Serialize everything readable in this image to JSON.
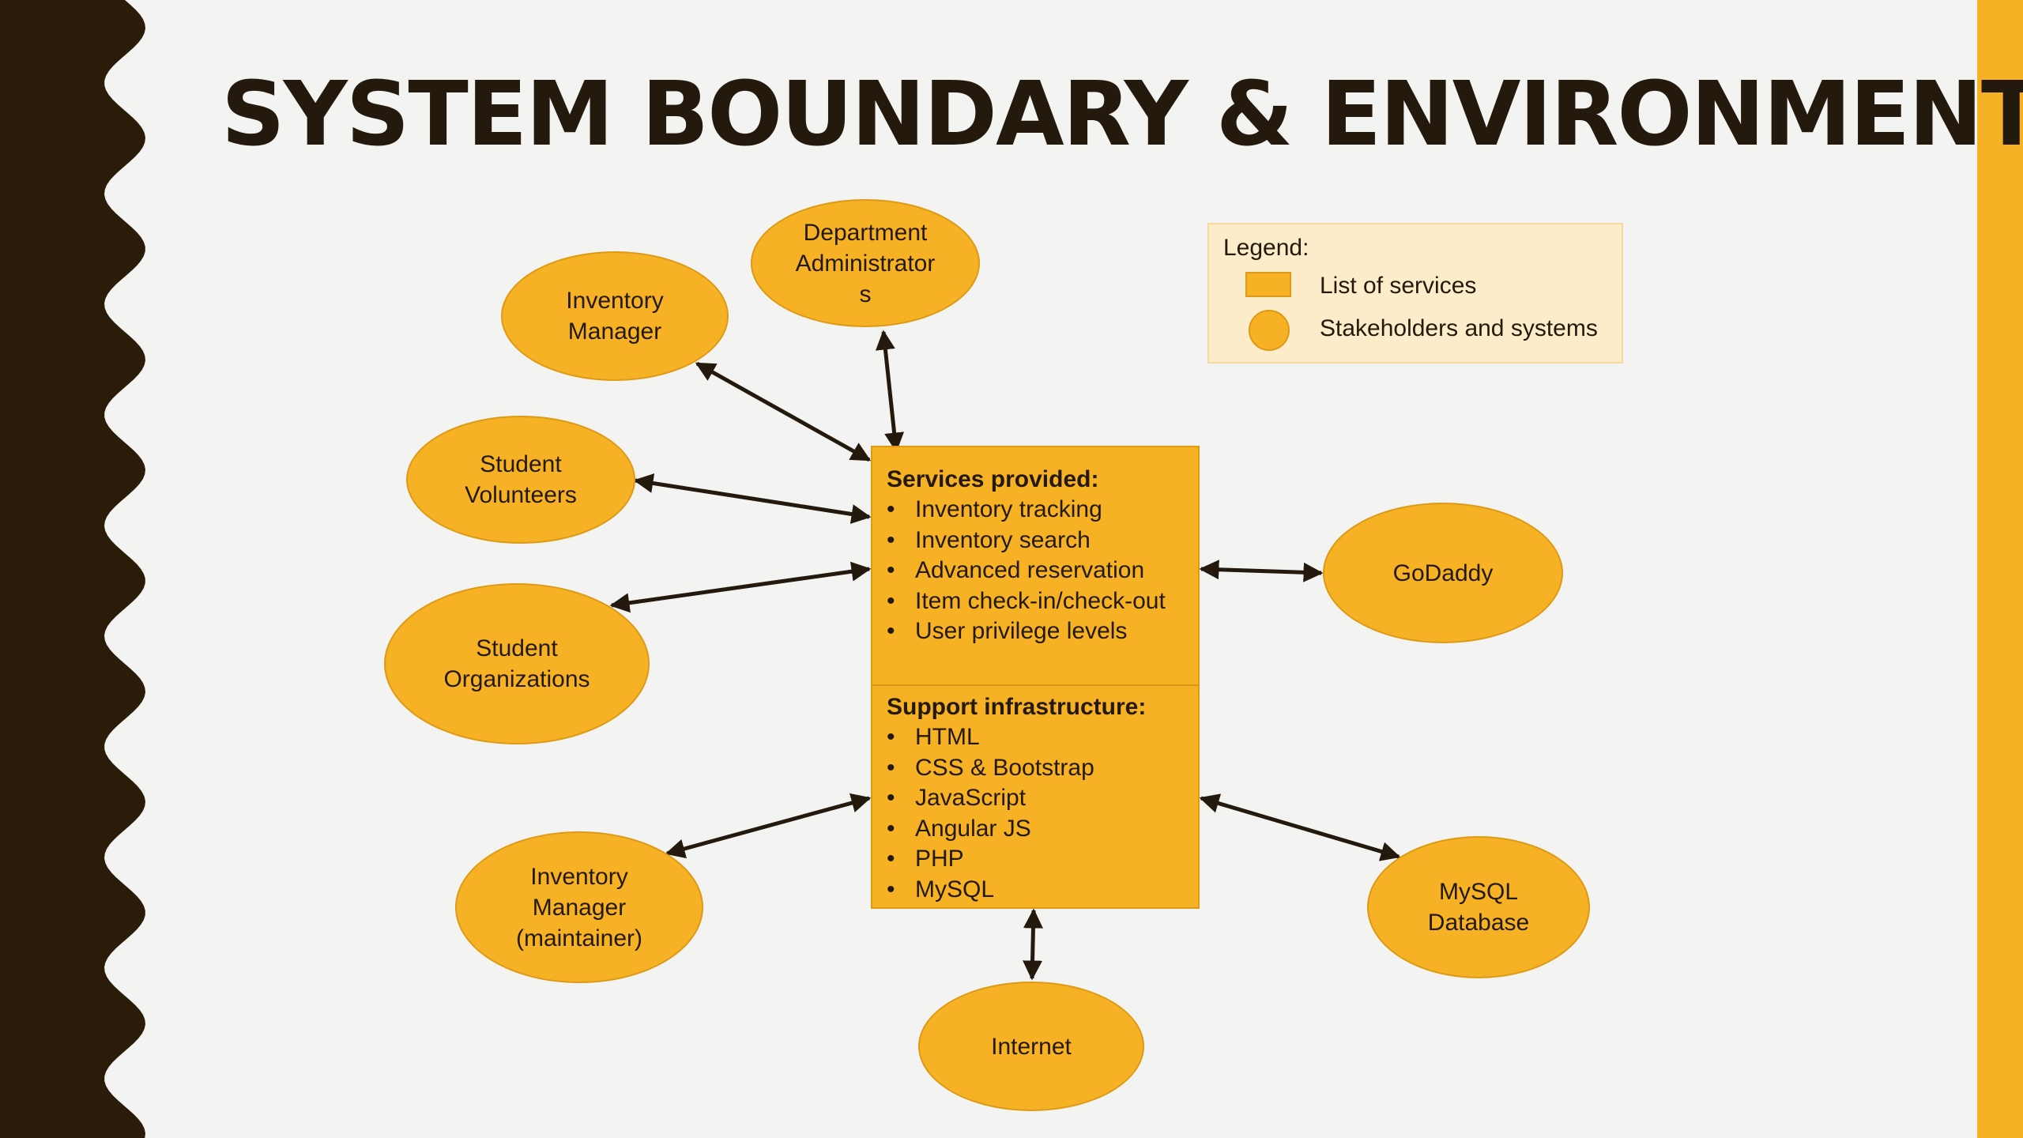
{
  "title": "SYSTEM BOUNDARY & ENVIRONMENTS",
  "colors": {
    "background": "#f3f3f1",
    "dark_band": "#2a1c08",
    "accent": "#f6b124",
    "accent_border": "#dc9a15",
    "text": "#231a0d",
    "legend_background": "#fdecc9"
  },
  "legend": {
    "title": "Legend:",
    "items": [
      {
        "shape": "rectangle",
        "label": "List of services"
      },
      {
        "shape": "circle",
        "label": "Stakeholders and systems"
      }
    ]
  },
  "central_box": {
    "services": {
      "title": "Services provided:",
      "items": [
        "Inventory tracking",
        "Inventory search",
        "Advanced reservation",
        "Item check-in/check-out",
        "User privilege levels"
      ]
    },
    "support": {
      "title": "Support infrastructure:",
      "items": [
        "HTML",
        "CSS & Bootstrap",
        "JavaScript",
        "Angular JS",
        "PHP",
        "MySQL"
      ]
    }
  },
  "nodes": {
    "department_administrators": "Department\nAdministrator\ns",
    "inventory_manager": "Inventory\nManager",
    "student_volunteers": "Student\nVolunteers",
    "student_organizations": "Student\nOrganizations",
    "inventory_manager_maintainer": "Inventory\nManager\n(maintainer)",
    "internet": "Internet",
    "mysql_database": "MySQL\nDatabase",
    "godaddy": "GoDaddy"
  }
}
